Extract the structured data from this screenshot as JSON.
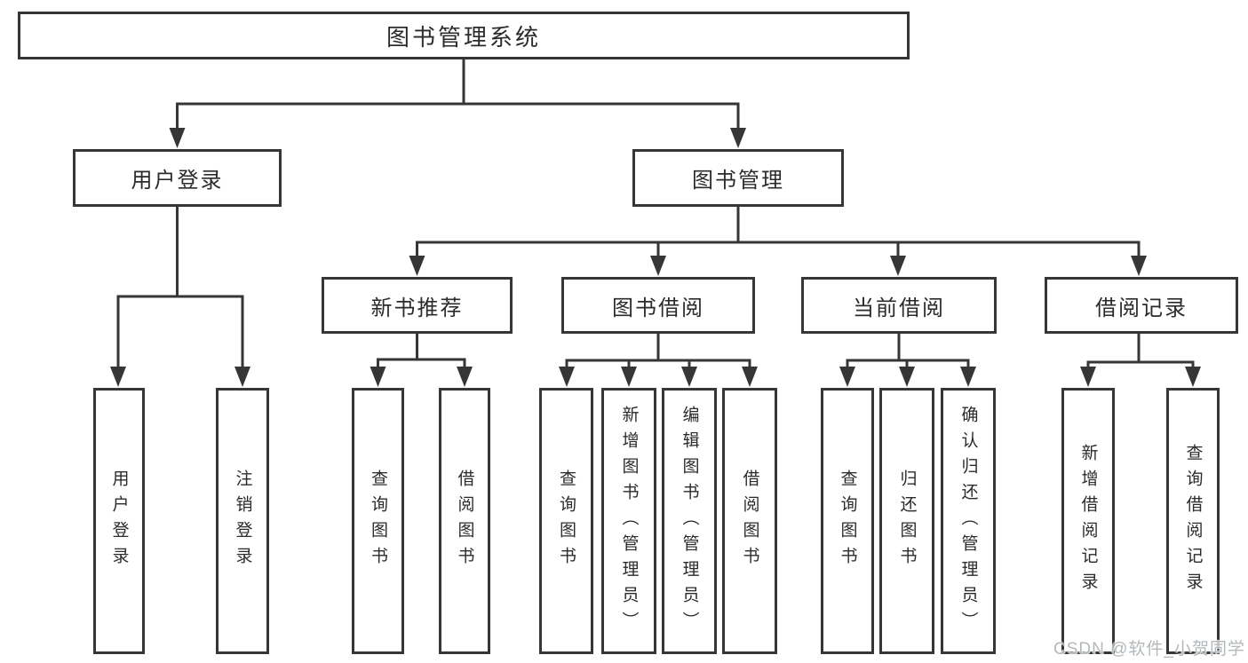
{
  "root": {
    "label": "图书管理系统"
  },
  "level2": {
    "user_login": {
      "label": "用户登录",
      "children": {
        "login": "用户登录",
        "logout": "注销登录"
      }
    },
    "book_mgmt": {
      "label": "图书管理"
    }
  },
  "level3": {
    "new_book_rec": {
      "label": "新书推荐",
      "children": {
        "query_book": "查询图书",
        "borrow_book": "借阅图书"
      }
    },
    "book_borrow": {
      "label": "图书借阅",
      "children": {
        "query_book": "查询图书",
        "add_book": "新增图书（管理员）",
        "edit_book": "编辑图书（管理员）",
        "borrow_book": "借阅图书"
      }
    },
    "current_borrow": {
      "label": "当前借阅",
      "children": {
        "query_book": "查询图书",
        "return_book": "归还图书",
        "confirm_return": "确认归还（管理员）"
      }
    },
    "borrow_record": {
      "label": "借阅记录",
      "children": {
        "add_record": "新增借阅记录",
        "query_record": "查询借阅记录"
      }
    }
  },
  "watermark": {
    "text": "CSDN @软件_小贺同学"
  },
  "colors": {
    "line": "#363636",
    "box_border": "#363636",
    "text": "#2b2b2b",
    "watermark": "#b3b8bb",
    "background": "#ffffff"
  }
}
